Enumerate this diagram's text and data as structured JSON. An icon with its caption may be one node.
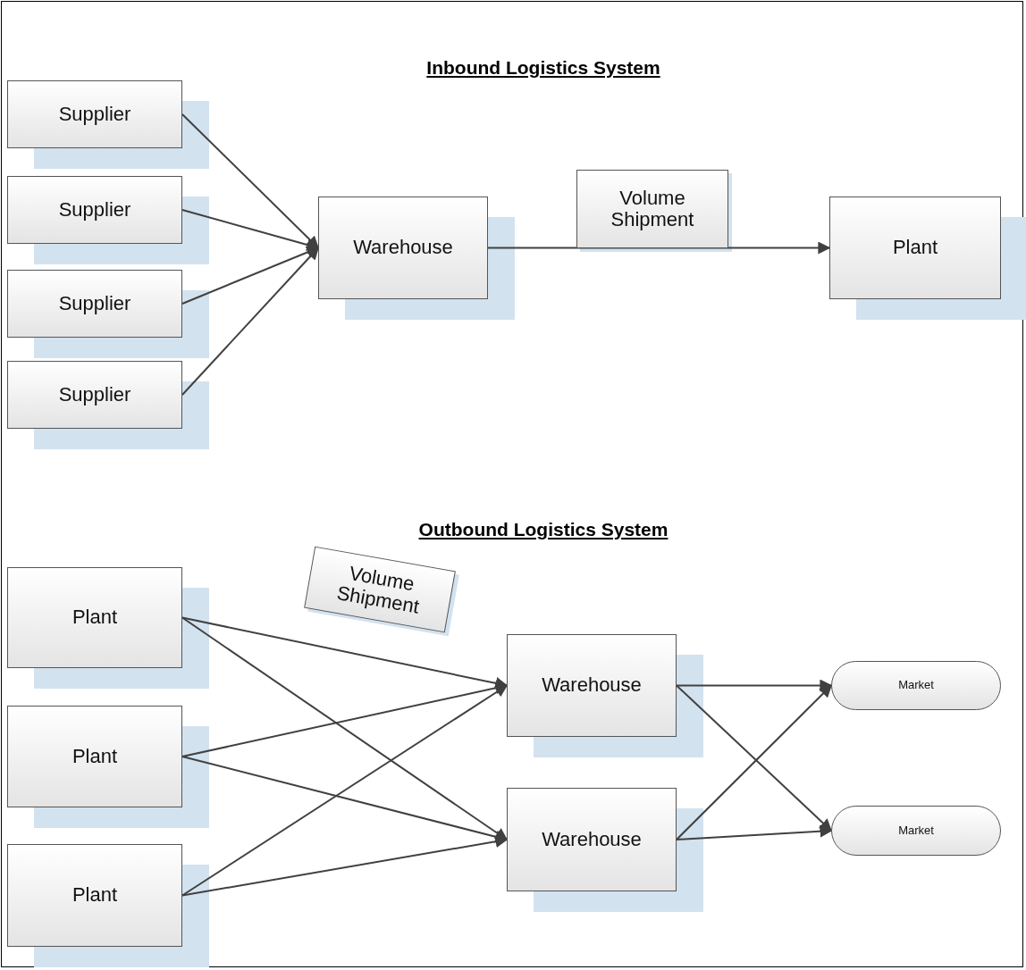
{
  "diagram": {
    "nodes": [
      {
        "text": [
          "Supplier"
        ]
      },
      {
        "text": [
          "Supplier"
        ]
      },
      {
        "text": [
          "Supplier"
        ]
      },
      {
        "text": [
          "Supplier"
        ]
      },
      {
        "text": [
          "Warehouse"
        ]
      },
      {
        "text": [
          "Volume Shipment"
        ]
      },
      {
        "text": [
          "Plant"
        ]
      },
      {
        "text": [
          "Plant"
        ]
      },
      {
        "text": [
          "Plant"
        ]
      },
      {
        "text": [
          "Plant"
        ]
      },
      {
        "text": [
          "Volume Shipment"
        ]
      },
      {
        "text": [
          "Warehouse"
        ]
      },
      {
        "text": [
          "Warehouse"
        ]
      },
      {
        "text": [
          "Market"
        ]
      },
      {
        "text": [
          "Market"
        ]
      }
    ],
    "edges": [
      {
        "from": 0,
        "to": 4,
        "arrow": "to"
      },
      {
        "from": 1,
        "to": 4,
        "arrow": "to"
      },
      {
        "from": 2,
        "to": 4,
        "arrow": "to"
      },
      {
        "from": 3,
        "to": 4,
        "arrow": "to"
      },
      {
        "from": 4,
        "to": 6,
        "arrow": "to"
      },
      {
        "from": 7,
        "to": 11,
        "arrow": "to"
      },
      {
        "from": 7,
        "to": 12,
        "arrow": "to"
      },
      {
        "from": 8,
        "to": 11,
        "arrow": "to"
      },
      {
        "from": 8,
        "to": 12,
        "arrow": "to"
      },
      {
        "from": 9,
        "to": 11,
        "arrow": "to"
      },
      {
        "from": 9,
        "to": 12,
        "arrow": "to"
      },
      {
        "from": 11,
        "to": 13,
        "arrow": "to"
      },
      {
        "from": 11,
        "to": 14,
        "arrow": "to"
      },
      {
        "from": 12,
        "to": 13,
        "arrow": "to"
      },
      {
        "from": 12,
        "to": 14,
        "arrow": "to"
      }
    ],
    "labels": [
      "Inbound Logistics System",
      "Outbound Logistics System"
    ]
  }
}
